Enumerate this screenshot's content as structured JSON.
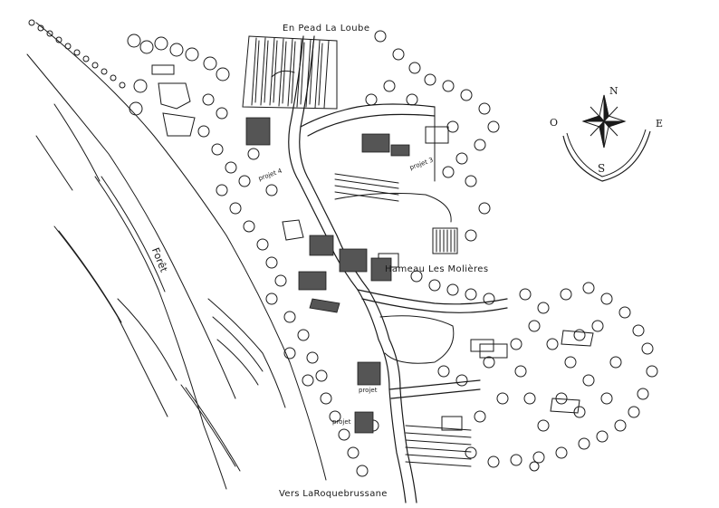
{
  "map": {
    "labels": {
      "top_road": "En Pead La Loube",
      "hamlet": "Hameau Les Molières",
      "forest": "Forêt",
      "bottom_road": "Vers LaRoquebrussane",
      "projet_4": "projet 4",
      "projet_3": "projet 3",
      "projet_2a": "projet",
      "projet_2b": "projet"
    },
    "compass": {
      "north": "N",
      "west": "O",
      "east": "E",
      "south": "S"
    },
    "colors": {
      "ink": "#1a1a1a",
      "building_fill": "#555555",
      "paper": "#ffffff"
    }
  }
}
